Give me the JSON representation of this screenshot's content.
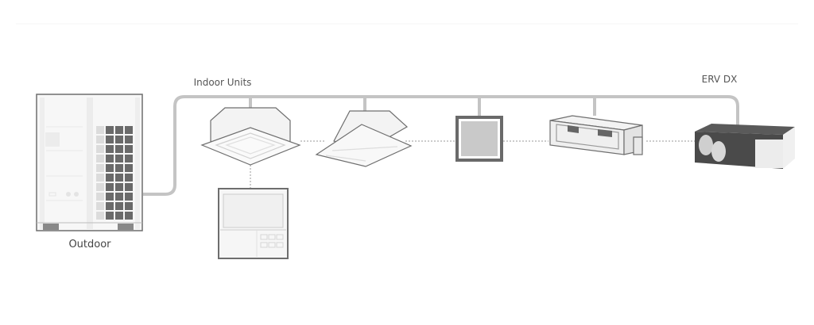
{
  "labels": {
    "indoor_units": "Indoor Units",
    "erv": "ERV DX",
    "outdoor": "Outdoor"
  },
  "colors": {
    "pipe": "#c4c4c4",
    "outline": "#6e6e6e",
    "dark": "#6a6a6a",
    "light": "#f1f1f1",
    "dotted": "#9a9a9a"
  }
}
